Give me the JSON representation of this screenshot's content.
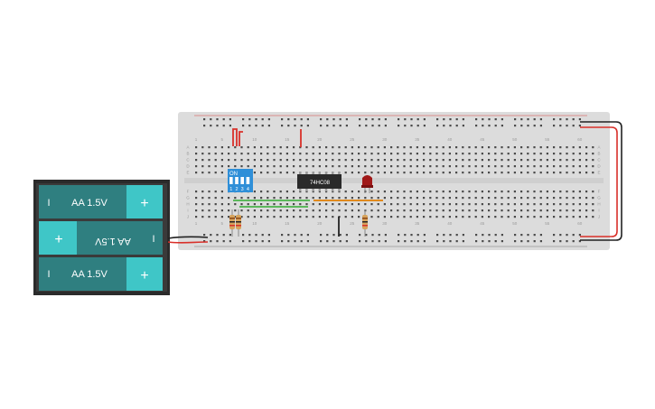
{
  "canvas": {
    "background": "#ffffff"
  },
  "breadboard": {
    "body_color": "#dcdcdc",
    "hole_color": "#4a4a4a",
    "label_color": "#9a9a9a",
    "rail_plus_color": "#d9302a",
    "rail_minus_color": "#6a6a6a",
    "row_letters_top": [
      "A",
      "B",
      "C",
      "D",
      "E"
    ],
    "row_letters_bottom": [
      "F",
      "G",
      "H",
      "I",
      "J"
    ],
    "column_numbers": [
      "1",
      "5",
      "10",
      "15",
      "20",
      "25",
      "30",
      "35",
      "40",
      "45",
      "50",
      "55",
      "60"
    ]
  },
  "battery_pack": {
    "case_color": "#2b2b2b",
    "cell_color": "#2f7f80",
    "terminal_color": "#3fc6c7",
    "cells": [
      {
        "label": "AA 1.5V",
        "plus": "+",
        "minus": "I",
        "flipped": false
      },
      {
        "label": "AA 1.5V",
        "plus": "+",
        "minus": "I",
        "flipped": true
      },
      {
        "label": "AA 1.5V",
        "plus": "+",
        "minus": "I",
        "flipped": false
      }
    ]
  },
  "dip_switch": {
    "on_label": "ON",
    "switch_labels": [
      "1",
      "2",
      "3",
      "4"
    ],
    "color": "#2f8fd8"
  },
  "ic_chip": {
    "label": "74HC08",
    "color": "#2a2a2a"
  },
  "led": {
    "color": "#a01818",
    "state": "off"
  },
  "wire_colors": {
    "red": "#d9302a",
    "black": "#222222",
    "green": "#5cb85c",
    "orange": "#e08a1e"
  }
}
